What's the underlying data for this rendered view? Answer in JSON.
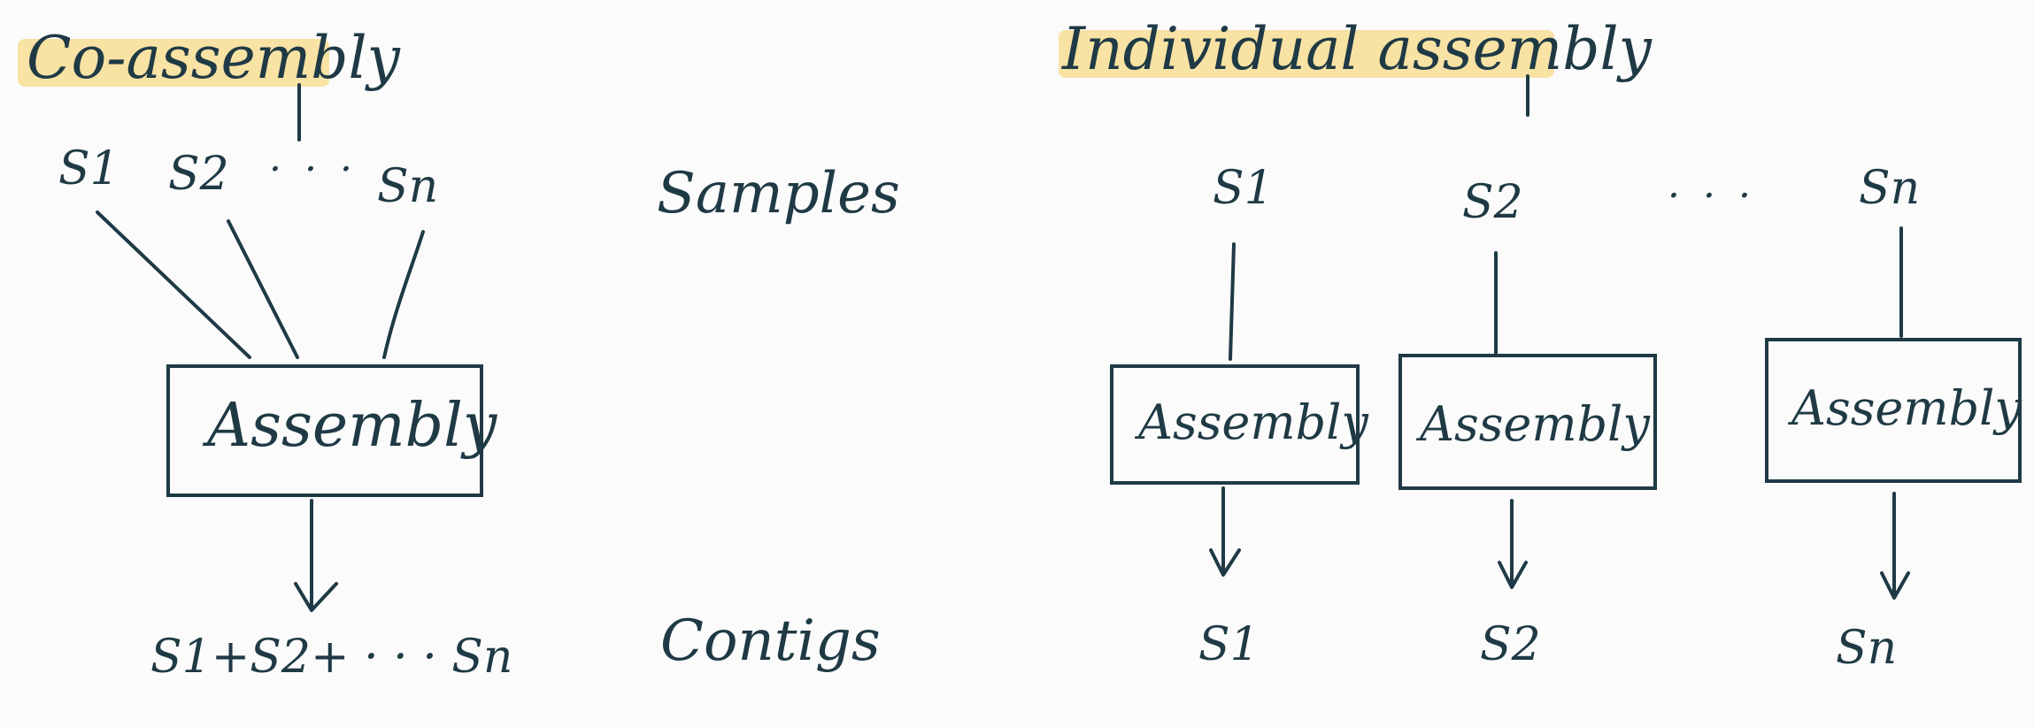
{
  "co_assembly": {
    "title": "Co-assembly",
    "samples": [
      "S1",
      "S2",
      "Sn"
    ],
    "ellipsis": "· · ·",
    "box_label": "Assembly",
    "output": "S1+S2+ · · · Sn"
  },
  "row_labels": {
    "samples": "Samples",
    "contigs": "Contigs"
  },
  "individual_assembly": {
    "title": "Individual assembly",
    "ellipsis": "· · ·",
    "columns": [
      {
        "sample": "S1",
        "box_label": "Assembly",
        "output": "S1"
      },
      {
        "sample": "S2",
        "box_label": "Assembly",
        "output": "S2"
      },
      {
        "sample": "Sn",
        "box_label": "Assembly",
        "output": "Sn"
      }
    ]
  },
  "colors": {
    "ink": "#1f3a45",
    "highlight": "#f7df9a",
    "background": "#fbfbfb"
  }
}
